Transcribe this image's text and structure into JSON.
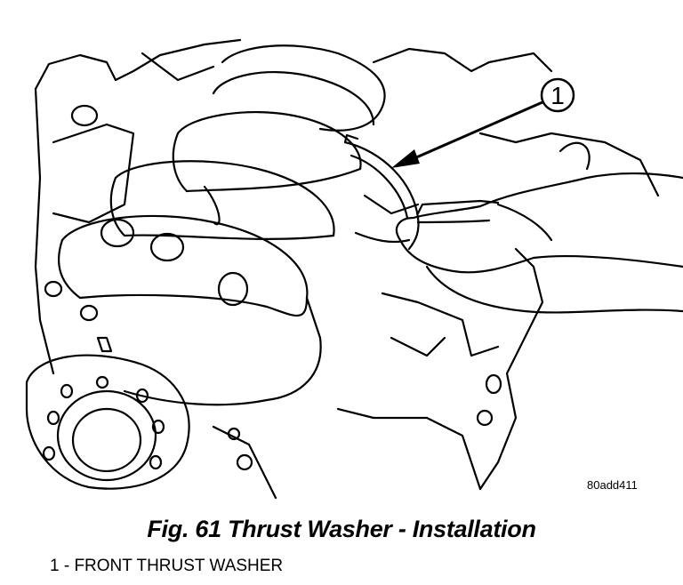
{
  "figure": {
    "callout": "1",
    "image_id": "80add411",
    "caption": "Fig. 61 Thrust Washer - Installation",
    "legend": [
      {
        "text": "1 - FRONT THRUST WASHER"
      }
    ]
  }
}
